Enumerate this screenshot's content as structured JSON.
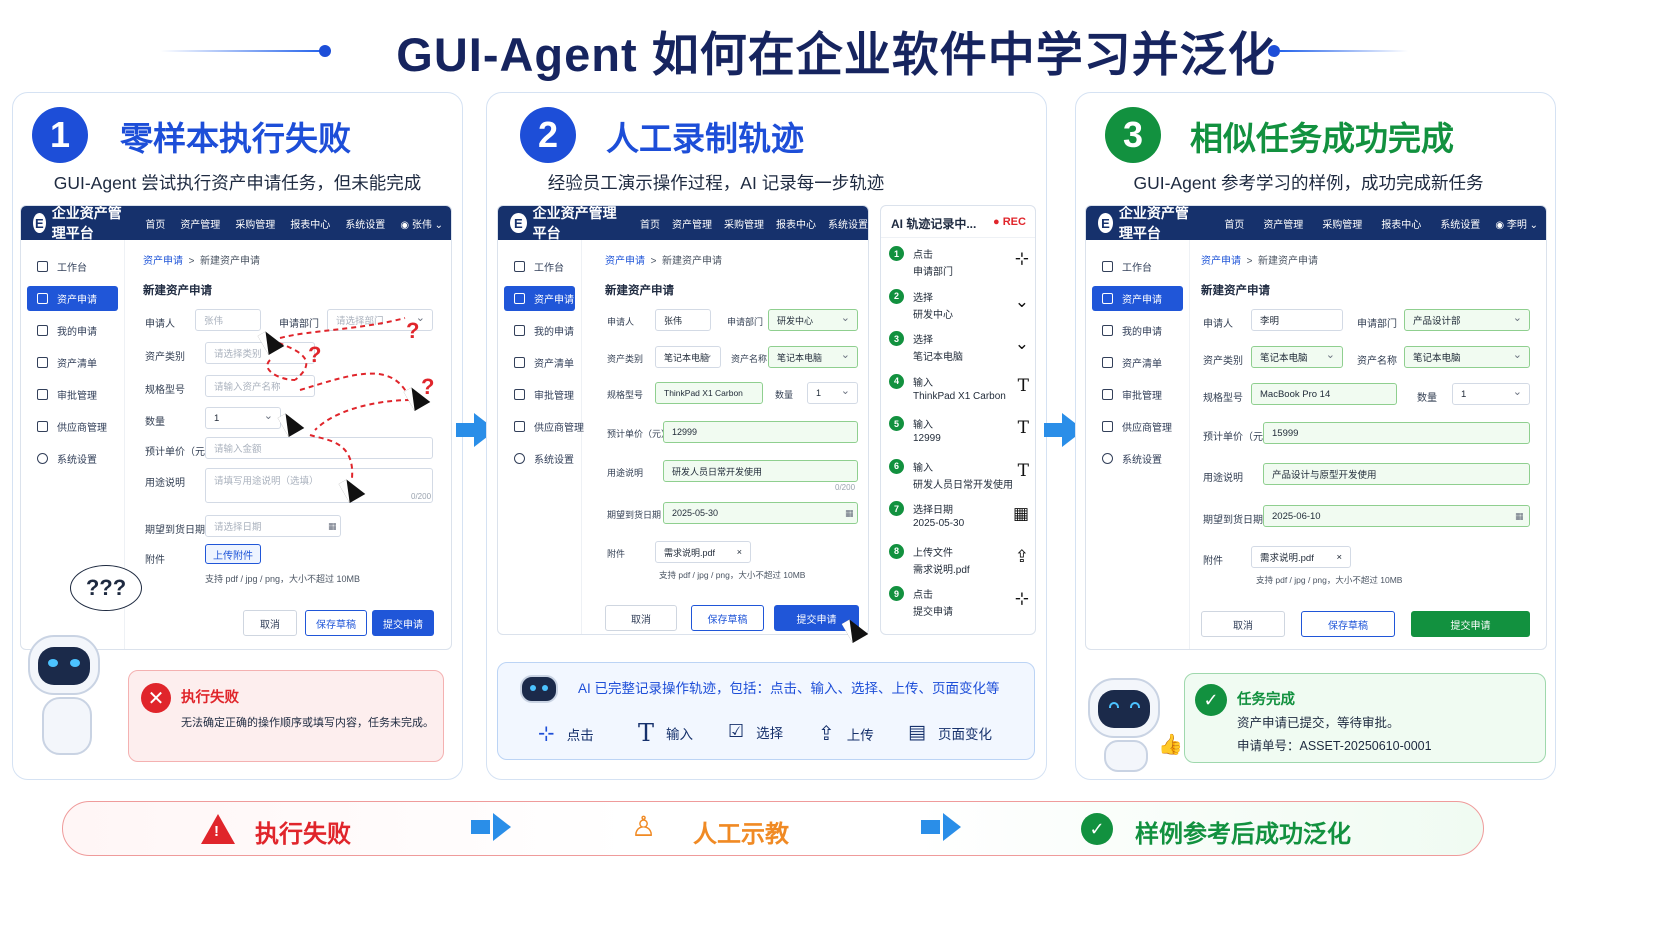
{
  "title": "GUI-Agent 如何在企业软件中学习并泛化",
  "panels": [
    {
      "num": "1",
      "title": "零样本执行失败",
      "subtitle": "GUI-Agent 尝试执行资产申请任务，但未能完成"
    },
    {
      "num": "2",
      "title": "人工录制轨迹",
      "subtitle": "经验员工演示操作过程，AI 记录每一步轨迹"
    },
    {
      "num": "3",
      "title": "相似任务成功完成",
      "subtitle": "GUI-Agent 参考学习的样例，成功完成新任务"
    }
  ],
  "app": {
    "name": "企业资产管理平台",
    "nav": [
      "首页",
      "资产管理",
      "采购管理",
      "报表中心",
      "系统设置"
    ],
    "sidebar": [
      "工作台",
      "资产申请",
      "我的申请",
      "资产清单",
      "审批管理",
      "供应商管理",
      "系统设置"
    ],
    "breadcrumb_link": "资产申请",
    "breadcrumb_sep": ">",
    "breadcrumb_current": "新建资产申请",
    "form_title": "新建资产申请",
    "labels": {
      "applicant": "申请人",
      "department": "申请部门",
      "category": "资产类别",
      "asset_name": "资产名称",
      "model": "规格型号",
      "quantity": "数量",
      "price": "预计单价（元）",
      "purpose": "用途说明",
      "date": "期望到货日期",
      "attachment": "附件"
    },
    "upload_hint": "支持 pdf / jpg / png，大小不超过 10MB",
    "buttons": {
      "cancel": "取消",
      "draft": "保存草稿",
      "submit": "提交申请",
      "upload": "上传附件"
    }
  },
  "form1": {
    "user": "张伟",
    "applicant": "张伟",
    "department_placeholder": "请选择部门",
    "category_placeholder": "请选择类别",
    "name_placeholder": "请输入资产名称",
    "quantity": "1",
    "price_placeholder": "请输入金额",
    "purpose_placeholder": "请填写用途说明（选填）",
    "counter": "0/200",
    "date_placeholder": "请选择日期",
    "qmarks": [
      "?",
      "?",
      "?",
      "???"
    ]
  },
  "form2": {
    "applicant": "张伟",
    "department": "研发中心",
    "category": "笔记本电脑",
    "asset_name": "笔记本电脑",
    "model": "ThinkPad X1 Carbon",
    "quantity": "1",
    "price": "12999",
    "purpose": "研发人员日常开发使用",
    "counter": "0/200",
    "date": "2025-05-30",
    "file": "需求说明.pdf",
    "remove": "×"
  },
  "form3": {
    "user": "李明",
    "applicant": "李明",
    "department": "产品设计部",
    "category": "笔记本电脑",
    "asset_name": "笔记本电脑",
    "model": "MacBook Pro 14",
    "quantity": "1",
    "price": "15999",
    "purpose": "产品设计与原型开发使用",
    "date": "2025-06-10",
    "file": "需求说明.pdf",
    "remove": "×"
  },
  "recorder": {
    "title": "AI 轨迹记录中...",
    "rec": "● REC",
    "steps": [
      {
        "n": "1",
        "action": "点击",
        "target": "申请部门",
        "icon": "click-icon"
      },
      {
        "n": "2",
        "action": "选择",
        "target": "研发中心",
        "icon": "select-icon"
      },
      {
        "n": "3",
        "action": "选择",
        "target": "笔记本电脑",
        "icon": "select-icon"
      },
      {
        "n": "4",
        "action": "输入",
        "target": "ThinkPad X1 Carbon",
        "icon": "type-icon"
      },
      {
        "n": "5",
        "action": "输入",
        "target": "12999",
        "icon": "type-icon"
      },
      {
        "n": "6",
        "action": "输入",
        "target": "研发人员日常开发使用",
        "icon": "type-icon"
      },
      {
        "n": "7",
        "action": "选择日期",
        "target": "2025-05-30",
        "icon": "calendar-icon"
      },
      {
        "n": "8",
        "action": "上传文件",
        "target": "需求说明.pdf",
        "icon": "upload-icon"
      },
      {
        "n": "9",
        "action": "点击",
        "target": "提交申请",
        "icon": "click-icon"
      }
    ]
  },
  "fail_callout": {
    "title": "执行失败",
    "body": "无法确定正确的操作顺序或填写内容，任务未完成。"
  },
  "record_callout": {
    "text": "AI 已完整记录操作轨迹，包括：点击、输入、选择、上传、页面变化等",
    "legend": [
      "点击",
      "输入",
      "选择",
      "上传",
      "页面变化"
    ]
  },
  "success_callout": {
    "title": "任务完成",
    "line1": "资产申请已提交，等待审批。",
    "line2": "申请单号：ASSET-20250610-0001"
  },
  "bottom": [
    "执行失败",
    "人工示教",
    "样例参考后成功泛化"
  ],
  "colors": {
    "navy": "#16316c",
    "blue": "#2056d8",
    "red": "#e0252b",
    "green": "#12913f",
    "orange": "#f08a24"
  }
}
